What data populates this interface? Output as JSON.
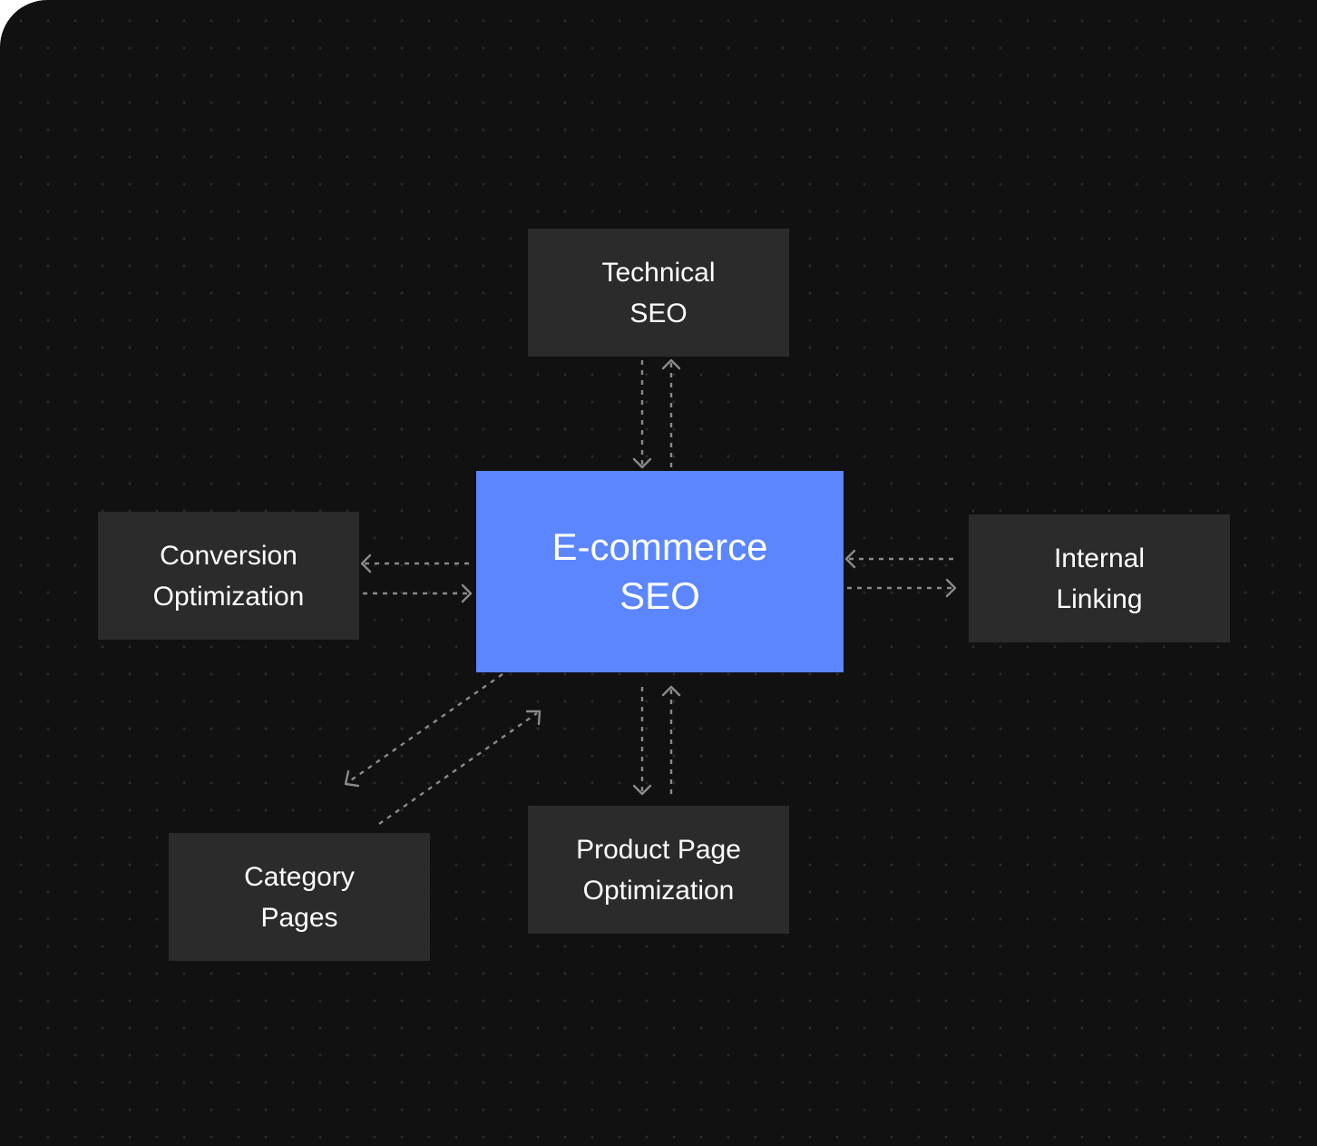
{
  "diagram": {
    "center": {
      "line1": "E-commerce",
      "line2": "SEO"
    },
    "nodes": {
      "technical": {
        "line1": "Technical",
        "line2": "SEO"
      },
      "conversion": {
        "line1": "Conversion",
        "line2": "Optimization"
      },
      "internal": {
        "line1": "Internal",
        "line2": "Linking"
      },
      "category": {
        "line1": "Category",
        "line2": "Pages"
      },
      "product": {
        "line1": "Product Page",
        "line2": "Optimization"
      }
    }
  },
  "colors": {
    "background": "#111112",
    "node": "#2b2b2c",
    "center": "#5b86ff",
    "connector": "#8a8a8a",
    "text": "#ffffff"
  }
}
